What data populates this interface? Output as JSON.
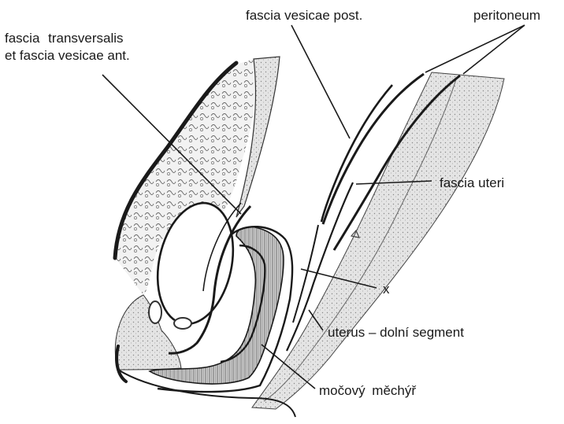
{
  "labels": {
    "fascia_transversalis_line1": "fascia  transversalis",
    "fascia_transversalis_line2": "et fascia vesicae ant.",
    "fascia_vesicae_post": "fascia vesicae post.",
    "peritoneum": "peritoneum",
    "fascia_uteri": "fascia uteri",
    "x": "x",
    "uterus": "uterus – dolní segment",
    "mocovy_mechyr": "močový měchýř"
  },
  "colors": {
    "ink": "#1a1a1a",
    "tissue_gray": "#c8c8c8",
    "tissue_light": "#e6e6e6",
    "paper": "#ffffff"
  }
}
